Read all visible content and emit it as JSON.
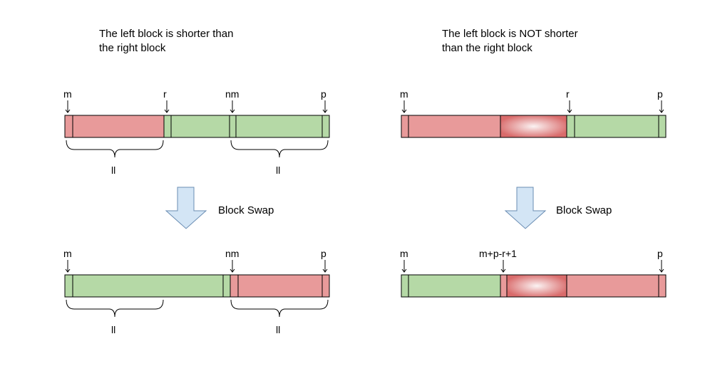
{
  "left_panel": {
    "caption_line1": "The left block is shorter than",
    "caption_line2": "the right block",
    "before": {
      "labels": {
        "m": "m",
        "r": "r",
        "nm": "nm",
        "p": "p"
      },
      "brace_left": "ll",
      "brace_right": "ll"
    },
    "operation": "Block Swap",
    "after": {
      "labels": {
        "m": "m",
        "nm": "nm",
        "p": "p"
      },
      "brace_left": "ll",
      "brace_right": "ll"
    }
  },
  "right_panel": {
    "caption_line1": "The left block is NOT shorter",
    "caption_line2": "than the right block",
    "before": {
      "labels": {
        "m": "m",
        "r": "r",
        "p": "p"
      }
    },
    "operation": "Block Swap",
    "after": {
      "labels": {
        "m": "m",
        "split": "m+p-r+1",
        "p": "p"
      }
    }
  },
  "colors": {
    "red_block": "#e89a9a",
    "green_block": "#b5d9a6",
    "arrow_fill": "#d3e5f5",
    "arrow_stroke": "#6a8db3"
  }
}
